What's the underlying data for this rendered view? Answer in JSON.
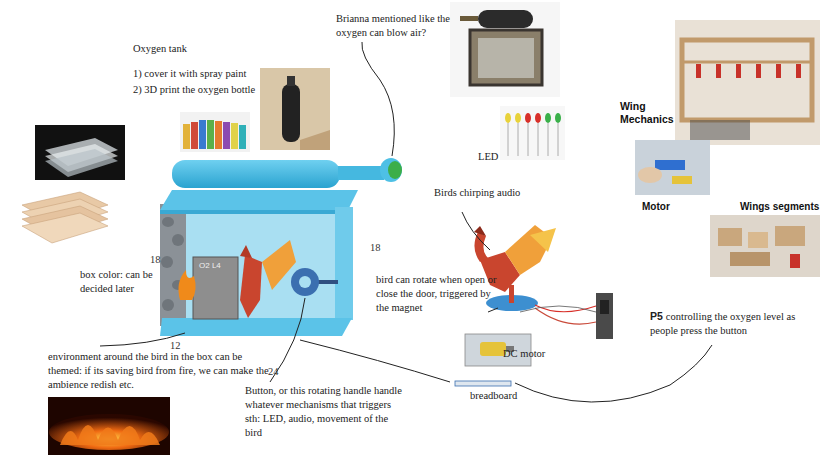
{
  "diagram": {
    "labels": [
      "Brianna mentioned like the oxygen can blow air?",
      "Oxygen tank",
      "1) cover it with spray paint",
      "2) 3D print the oxygen bottle",
      "Wing Mechanics",
      "LED",
      "Birds chirping audio",
      "Motor",
      "Wings segments",
      "18",
      "18",
      "O2 L4",
      "box color: can be decided later",
      "bird can rotate when open or close the door, triggered by the magnet",
      "P5",
      "controlling the oxygen level as people press the button",
      "12",
      "DC motor",
      "24",
      "breadboard",
      "environment around the bird in the box can be themed: if its saving bird from fire, we can make the ambience redish etc.",
      "Button, or this rotating handle handle whatever mechanisms that triggers sth: LED, audio, movement of the bird"
    ]
  }
}
